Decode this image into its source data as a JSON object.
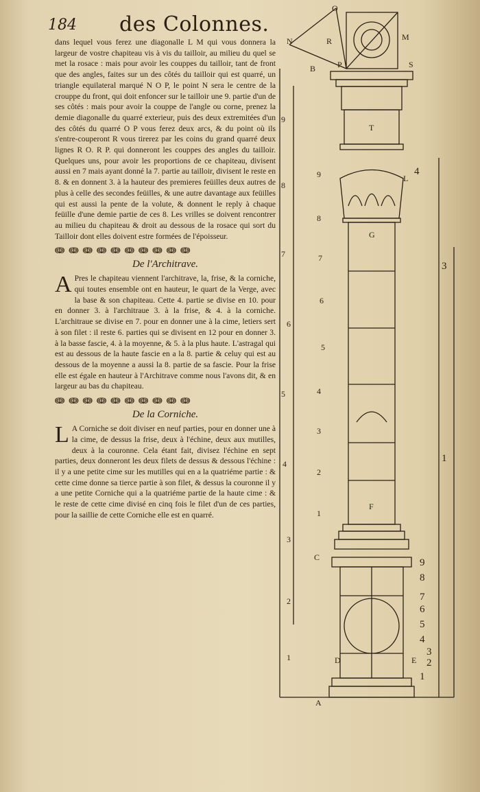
{
  "header": {
    "page_number": "184",
    "running_title": "des Colonnes."
  },
  "paragraphs": {
    "p1": "dans lequel vous ferez une diagonalle L M qui vous donnera la largeur de vostre chapiteau vis à vis du tailloir, au milieu du quel se met la rosace : mais pour avoir les couppes du tailloir, tant de front que des angles, faites sur un des côtés du tailloir qui est quarré, un triangle equilateral marqué N O P, le point N sera le centre de la crouppe du front, qui doit enfoncer sur le tailloir une 9. partie d'un de ses côtés : mais pour avoir la couppe de l'angle ou corne, prenez la demie diagonalle du quarré exterieur, puis des deux extremitées d'un des côtés du quarré O P vous ferez deux arcs, & du point où ils s'entre-couperont R vous tirerez par les coins du grand quarré deux lignes R O. R P. qui donneront les couppes des angles du tailloir. Quelques uns, pour avoir les proportions de ce chapiteau, divisent aussi en 7 mais ayant donné la 7. partie au tailloir, divisent le reste en 8. & en donnent 3. à la hauteur des premieres feüilles deux autres de plus à celle des secondes feüilles, & une autre davantage aux feüilles qui est aussi la pente de la volute, & donnent le reply à chaque feüille d'une demie partie de ces 8. Les vrilles se doivent rencontrer au milieu du chapiteau & droit au dessous de la rosace qui sort du Tailloir dont elles doivent estre formées de l'époisseur.",
    "p2_rest": "Pres le chapiteau viennent l'architrave, la, frise, & la corniche, qui toutes ensemble ont en hauteur, le quart de la Verge, avec la base & son chapiteau. Cette 4. partie se divise en 10. pour en donner 3. à l'architraue 3. à la frise, & 4. à la corniche. L'architraue se divise en 7. pour en donner une à la cime, letiers sert à son filet : il reste 6. parties qui se divisent en 12 pour en donner 3. à la basse fascie, 4. à la moyenne, & 5. à la plus haute. L'astragal qui est au dessous de la haute fascie en a la 8. partie & celuy qui est au dessous de la moyenne a aussi la 8. partie de sa fascie. Pour la frise elle est égale en hauteur à l'Architrave comme nous l'avons dit, & en largeur au bas du chapiteau.",
    "p3_rest": "A Corniche se doit diviser en neuf parties, pour en donner une à la cime, de dessus la frise, deux à l'échine, deux aux mutilles, deux à la couronne. Cela étant fait, divisez l'échine en sept parties, deux donneront les deux filets de dessus & dessous l'échine : il y a une petite cime sur les mutilles qui en a la quatriéme partie : & cette cime donne sa tierce partie à son filet, & dessus la couronne il y a une petite Corniche qui a la quatriéme partie de la haute cime : & le reste de cette cime divisé en cinq fois le filet d'un de ces parties, pour la saillie de cette Corniche elle est en quarré."
  },
  "sections": {
    "architrave_title": "De l'Architrave.",
    "architrave_dropcap": "A",
    "corniche_title": "De la Corniche.",
    "corniche_dropcap": "L"
  },
  "ornament_text": "ↈ ↈ ↈ ↈ ↈ ↈ ↈ ↈ ↈ ↈ",
  "figure": {
    "letters": {
      "O": "O",
      "N": "N",
      "R": "R",
      "P": "P",
      "M": "M",
      "B": "B",
      "S": "S",
      "T": "T",
      "L": "L",
      "G": "G",
      "F": "F",
      "C": "C",
      "D": "D",
      "E": "E",
      "A": "A"
    },
    "left_scale": [
      "9",
      "8",
      "7",
      "6",
      "5",
      "4",
      "3",
      "2",
      "1"
    ],
    "right_scale": [
      "9",
      "8",
      "7",
      "6",
      "5",
      "4",
      "3",
      "2",
      "1"
    ],
    "shaft_marks": [
      "9",
      "8",
      "7",
      "6",
      "5",
      "4",
      "3",
      "2",
      "1"
    ],
    "side_marks": [
      "4",
      "3",
      "1"
    ]
  },
  "colors": {
    "paper": "#e7dab9",
    "ink": "#2a2016"
  }
}
